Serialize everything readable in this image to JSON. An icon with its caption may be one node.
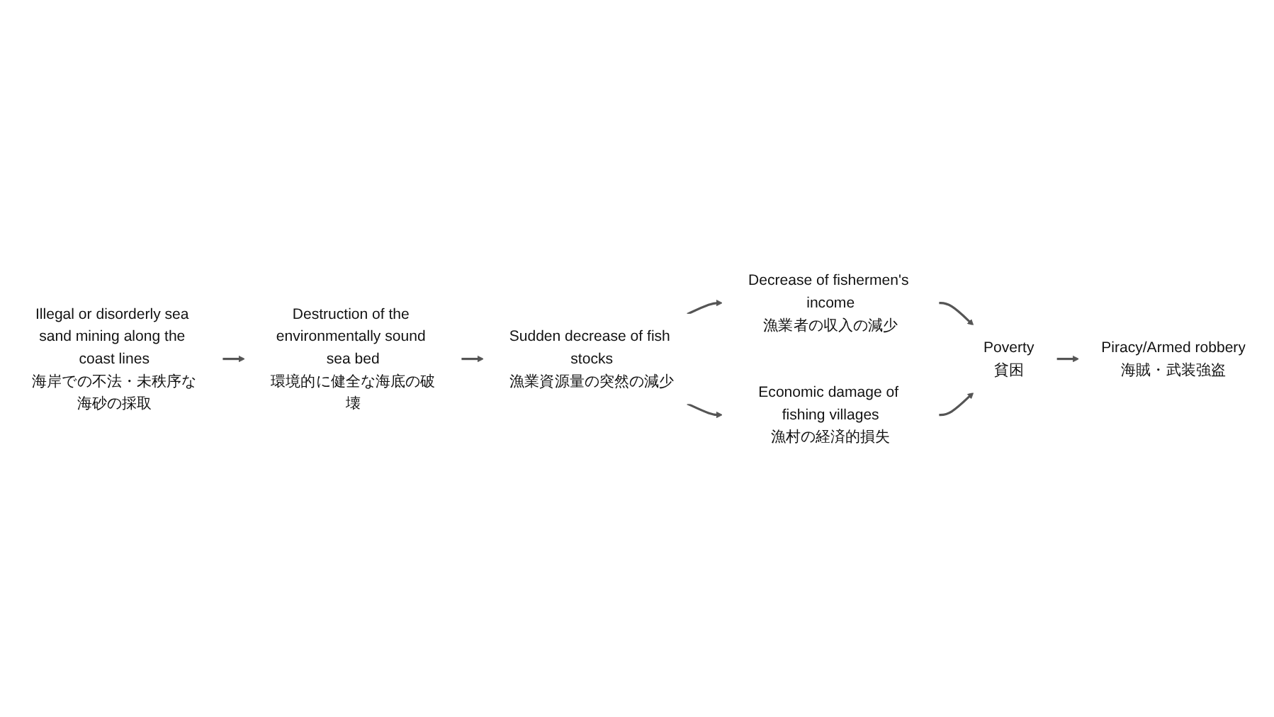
{
  "diagram": {
    "nodes": [
      {
        "text": [
          "Illegal or disorderly sea sand mining along the coast lines",
          "海岸での不法・未秩序な海砂の採取"
        ]
      },
      {
        "text": [
          "Destruction of the environmentally sound sea bed",
          "環境的に健全な海底の破壊"
        ]
      },
      {
        "text": [
          "Sudden decrease of fish stocks",
          "漁業資源量の突然の減少"
        ]
      },
      {
        "text": [
          "Decrease of fishermen's income",
          "漁業者の収入の減少"
        ]
      },
      {
        "text": [
          "Economic damage of fishing villages",
          "漁村の経済的損失"
        ]
      },
      {
        "text": [
          "Poverty",
          "貧困"
        ]
      },
      {
        "text": [
          "Piracy/Armed robbery",
          "海賊・武装強盗"
        ]
      }
    ],
    "edges": [
      {
        "from": 0,
        "to": 1,
        "arrow": "to"
      },
      {
        "from": 1,
        "to": 2,
        "arrow": "to"
      },
      {
        "from": 2,
        "to": 3,
        "arrow": "to"
      },
      {
        "from": 2,
        "to": 4,
        "arrow": "to"
      },
      {
        "from": 3,
        "to": 5,
        "arrow": "to"
      },
      {
        "from": 4,
        "to": 5,
        "arrow": "to"
      },
      {
        "from": 5,
        "to": 6,
        "arrow": "to"
      }
    ]
  }
}
